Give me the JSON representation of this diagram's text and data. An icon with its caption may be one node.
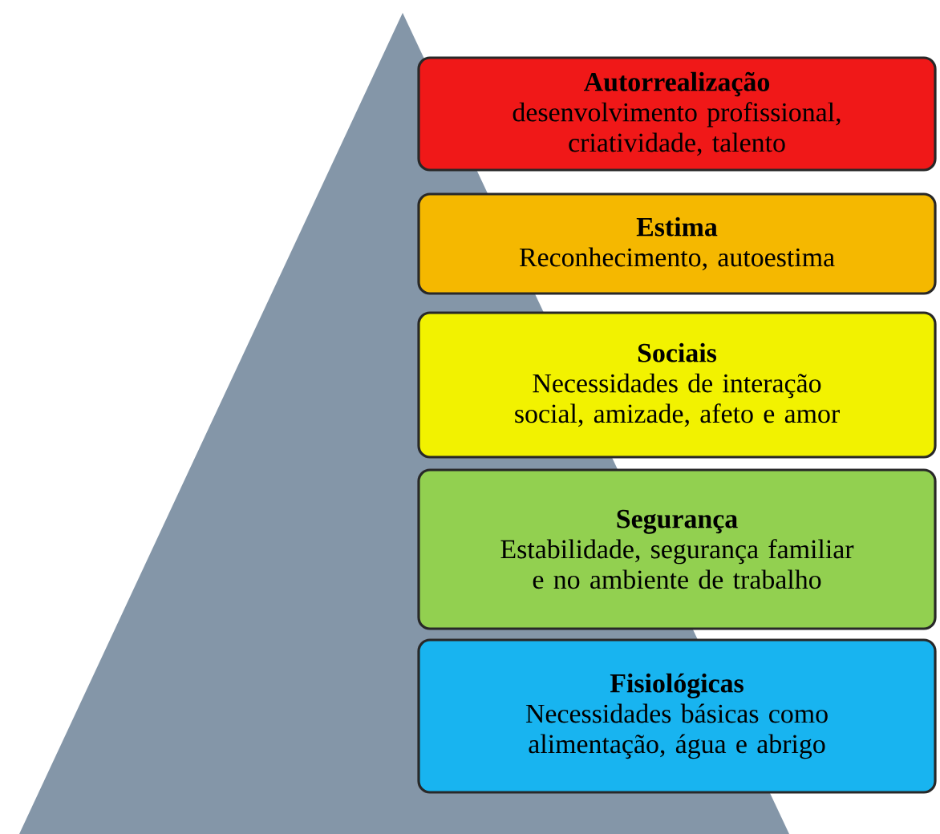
{
  "diagram": {
    "nodes": [
      {
        "text": [
          "Autorrealização",
          "desenvolvimento profissional, criatividade, talento"
        ]
      },
      {
        "text": [
          "Estima",
          "Reconhecimento, autoestima"
        ]
      },
      {
        "text": [
          "Sociais",
          "Necessidades de interação social, amizade, afeto e amor"
        ]
      },
      {
        "text": [
          "Segurança",
          "Estabilidade, segurança familiar e no ambiente de trabalho"
        ]
      },
      {
        "text": [
          "Fisiológicas",
          "Necessidades básicas como alimentação, água e abrigo"
        ]
      }
    ]
  }
}
